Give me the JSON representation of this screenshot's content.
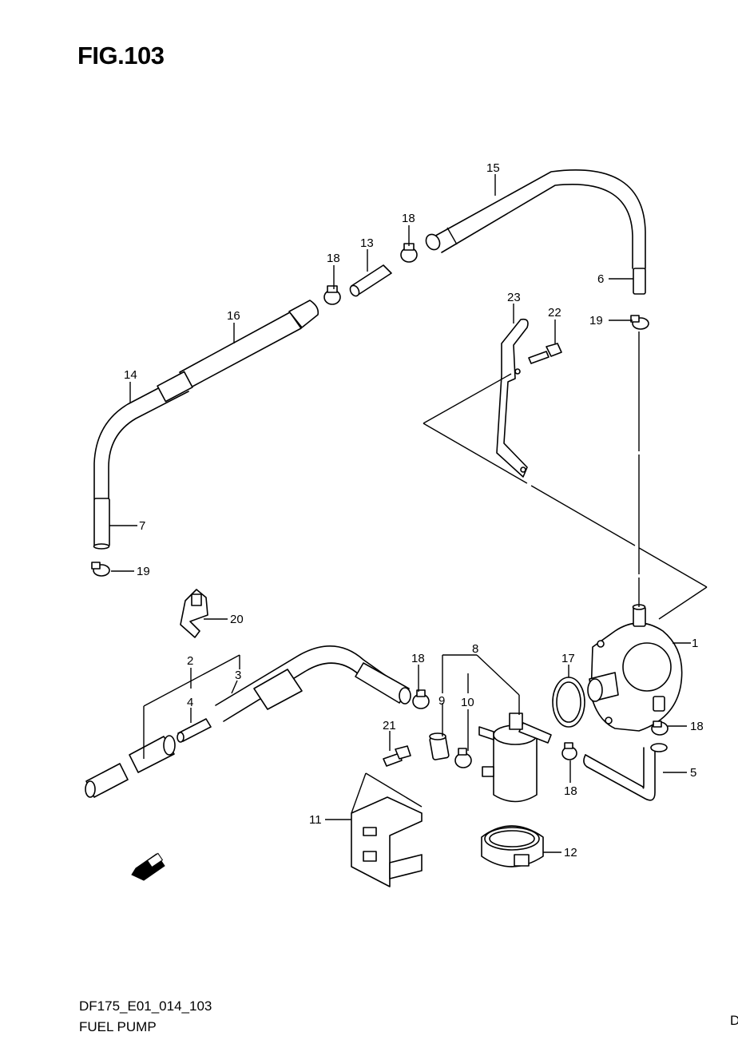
{
  "figure": {
    "title": "FIG.103",
    "code": "DF175_E01_014_103",
    "name": "FUEL PUMP",
    "edge_char": "D"
  },
  "callouts": [
    "1",
    "2",
    "3",
    "4",
    "5",
    "6",
    "7",
    "8",
    "9",
    "10",
    "11",
    "12",
    "13",
    "14",
    "15",
    "16",
    "17",
    "18",
    "19",
    "20",
    "21",
    "22",
    "23"
  ],
  "parts": [
    {
      "no": "1",
      "part": "fuel-pump"
    },
    {
      "no": "2",
      "part": "hose-assembly"
    },
    {
      "no": "3",
      "part": "hose"
    },
    {
      "no": "4",
      "part": "joint"
    },
    {
      "no": "5",
      "part": "hose"
    },
    {
      "no": "6",
      "part": "hose"
    },
    {
      "no": "7",
      "part": "hose"
    },
    {
      "no": "8",
      "part": "fuel-filter-assembly"
    },
    {
      "no": "9",
      "part": "hose"
    },
    {
      "no": "10",
      "part": "clip"
    },
    {
      "no": "11",
      "part": "bracket"
    },
    {
      "no": "12",
      "part": "filter-holder-band"
    },
    {
      "no": "13",
      "part": "joint"
    },
    {
      "no": "14",
      "part": "protector"
    },
    {
      "no": "15",
      "part": "hose"
    },
    {
      "no": "16",
      "part": "protector"
    },
    {
      "no": "17",
      "part": "o-ring"
    },
    {
      "no": "18",
      "part": "clip"
    },
    {
      "no": "19",
      "part": "clip"
    },
    {
      "no": "20",
      "part": "clamp"
    },
    {
      "no": "21",
      "part": "bolt"
    },
    {
      "no": "22",
      "part": "bolt"
    },
    {
      "no": "23",
      "part": "bracket"
    }
  ],
  "icons": {
    "front": "front-arrow-icon"
  }
}
